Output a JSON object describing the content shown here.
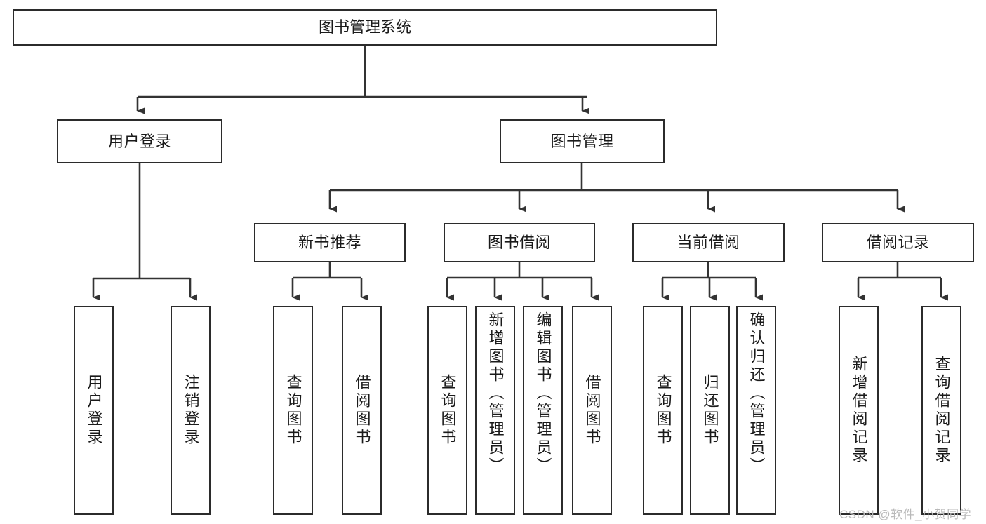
{
  "diagram": {
    "type": "tree-hierarchy",
    "title": "图书管理系统",
    "watermark": "CSDN @软件_小贺同学",
    "colors": {
      "box_border": "#2b2b2b",
      "box_fill": "#ffffff",
      "connector": "#333333",
      "text": "#1a1a1a",
      "watermark": "#b9b9b9"
    },
    "nodes": {
      "root": {
        "label": "图书管理系统"
      },
      "level2": [
        {
          "label": "用户登录"
        },
        {
          "label": "图书管理"
        }
      ],
      "level3": [
        {
          "label": "新书推荐"
        },
        {
          "label": "图书借阅"
        },
        {
          "label": "当前借阅"
        },
        {
          "label": "借阅记录"
        }
      ],
      "leaves": {
        "user_login": [
          {
            "label": "用户登录"
          },
          {
            "label": "注销登录"
          }
        ],
        "new_book": [
          {
            "label": "查询图书"
          },
          {
            "label": "借阅图书"
          }
        ],
        "book_borrow": [
          {
            "label": "查询图书"
          },
          {
            "label": "新增图书（管理员）"
          },
          {
            "label": "编辑图书（管理员）"
          },
          {
            "label": "借阅图书"
          }
        ],
        "current_borrow": [
          {
            "label": "查询图书"
          },
          {
            "label": "归还图书"
          },
          {
            "label": "确认归还（管理员）"
          }
        ],
        "borrow_record": [
          {
            "label": "新增借阅记录"
          },
          {
            "label": "查询借阅记录"
          }
        ]
      }
    }
  }
}
